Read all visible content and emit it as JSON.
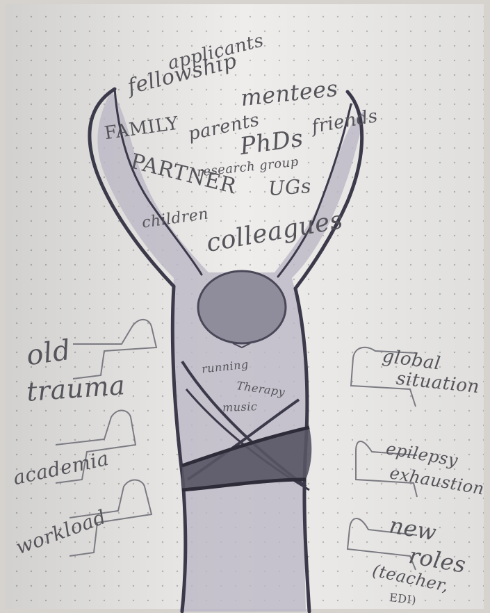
{
  "sketch": {
    "labels": {
      "fellowship": "fellowship",
      "applicants": "applicants",
      "family": "FAMILY",
      "parents": "parents",
      "mentees": "mentees",
      "phds": "PhDs",
      "friends": "friends",
      "partner": "PARTNER",
      "research_group": "research group",
      "ugs": "UGs",
      "children": "children",
      "colleagues": "colleagues",
      "running": "running",
      "therapy": "Therapy",
      "music": "music",
      "old": "old",
      "trauma": "trauma",
      "academia": "academia",
      "workload": "workload",
      "global": "global",
      "situation": "situation",
      "epilepsy": "epilepsy",
      "exhaustion": "exhaustion",
      "new": "new",
      "roles": "roles",
      "teacher": "(teacher,",
      "edi": "EDI)"
    },
    "colors": {
      "paper": "#eeedeb",
      "ink": "#3c3a4a",
      "wash": "#a9a6b6",
      "pencil": "#55545a"
    }
  }
}
